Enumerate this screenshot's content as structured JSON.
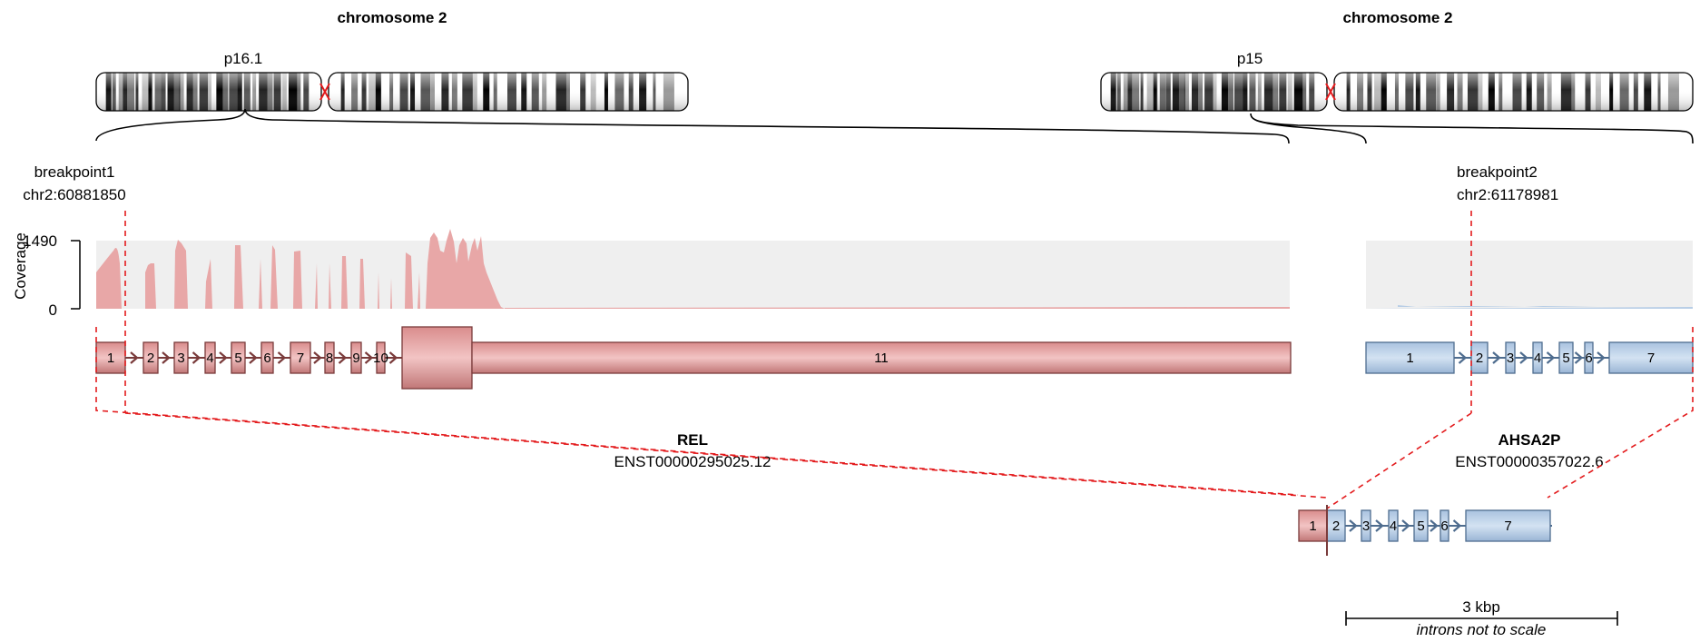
{
  "left": {
    "chromosome_title": "chromosome 2",
    "band": "p16.1",
    "breakpoint_label": "breakpoint1",
    "breakpoint_coord": "chr2:60881850",
    "gene_name": "REL",
    "transcript": "ENST00000295025.12",
    "exons": [
      "1",
      "2",
      "3",
      "4",
      "5",
      "6",
      "7",
      "8",
      "9",
      "10",
      "11"
    ]
  },
  "right": {
    "chromosome_title": "chromosome 2",
    "band": "p15",
    "breakpoint_label": "breakpoint2",
    "breakpoint_coord": "chr2:61178981",
    "gene_name": "AHSA2P",
    "transcript": "ENST00000357022.6",
    "exons": [
      "1",
      "2",
      "3",
      "4",
      "5",
      "6",
      "7"
    ]
  },
  "coverage": {
    "axis_label": "Coverage",
    "max": "1490",
    "min": "0"
  },
  "fusion": {
    "exons": [
      "1",
      "2",
      "3",
      "4",
      "5",
      "6",
      "7"
    ]
  },
  "scale": {
    "label": "3 kbp",
    "note": "introns not to scale"
  },
  "colors": {
    "gene1": "#e8a7a7",
    "gene1_dark": "#7a3b3b",
    "gene2": "#b7cde6",
    "gene2_dark": "#4f6d8f",
    "coverage_bg": "#efefef",
    "breakpoint": "#e31a1c"
  }
}
